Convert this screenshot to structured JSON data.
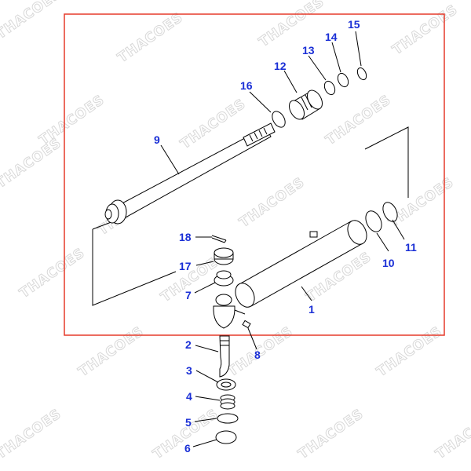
{
  "watermark": "THACOES",
  "accent_color": "#1a2fd6",
  "highlight_color": "#e53a2a",
  "callouts": {
    "c1": "1",
    "c2": "2",
    "c3": "3",
    "c4": "4",
    "c5": "5",
    "c6": "6",
    "c7": "7",
    "c8": "8",
    "c9": "9",
    "c10": "10",
    "c11": "11",
    "c12": "12",
    "c13": "13",
    "c14": "14",
    "c15": "15",
    "c16": "16",
    "c17": "17",
    "c18": "18"
  }
}
